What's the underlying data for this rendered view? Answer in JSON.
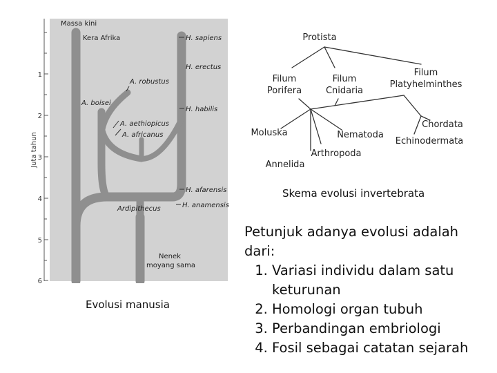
{
  "human_chart": {
    "yaxis_label": "Juta tahun",
    "top_label": "Massa kini",
    "ticks": [
      "1",
      "2",
      "3",
      "4",
      "5",
      "6"
    ],
    "species": {
      "kera_afrika": "Kera Afrika",
      "sapiens": "H. sapiens",
      "erectus": "H. erectus",
      "robustus": "A. robustus",
      "boisei": "A. boisei",
      "habilis": "H. habilis",
      "aethiopicus": "A. aethiopicus",
      "africanus": "A. africanus",
      "afarensis": "H. afarensis",
      "ardipithecus": "Ardipithecus",
      "anamensis": "H. anamensis",
      "ancestor_line1": "Nenek",
      "ancestor_line2": "moyang sama"
    },
    "caption": "Evolusi manusia",
    "colors": {
      "background": "#d2d2d2",
      "branch": "#8f8f8f"
    }
  },
  "tree": {
    "nodes": {
      "protista": "Protista",
      "porifera_1": "Filum",
      "porifera_2": "Porifera",
      "cnidaria_1": "Filum",
      "cnidaria_2": "Cnidaria",
      "platy_1": "Filum",
      "platy_2": "Platyhelminthes",
      "moluska": "Moluska",
      "nematoda": "Nematoda",
      "chordata": "Chordata",
      "echinodermata": "Echinodermata",
      "arthropoda": "Arthropoda",
      "annelida": "Annelida"
    },
    "caption": "Skema evolusi invertebrata"
  },
  "evidence": {
    "intro": "Petunjuk adanya evolusi adalah dari:",
    "items": [
      "Variasi individu dalam satu keturunan",
      "Homologi organ tubuh",
      "Perbandingan embriologi",
      "Fosil sebagai catatan sejarah"
    ]
  }
}
